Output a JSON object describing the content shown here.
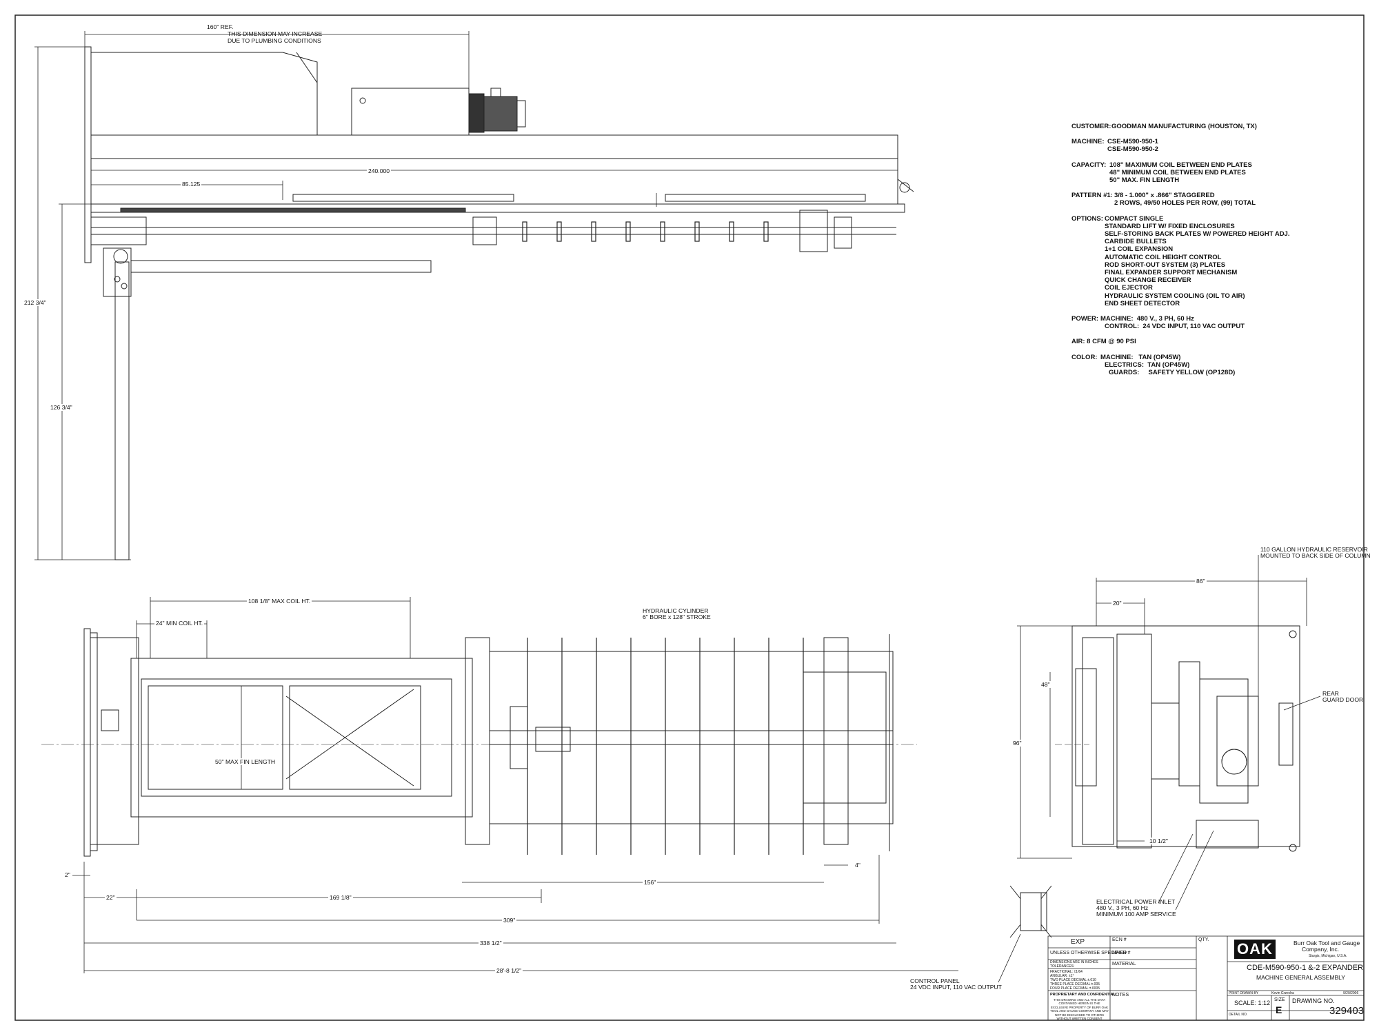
{
  "dims": {
    "top_overall": "160\" REF.",
    "top_note_line1": "THIS DIMENSION MAY INCREASE",
    "top_note_line2": "DUE TO PLUMBING CONDITIONS",
    "d240": "240.000",
    "d85": "85.125",
    "height_total": "212 3/4\"",
    "height_col": "126 3/4\"",
    "max_coil": "108 1/8\" MAX COIL HT.",
    "min_coil": "24\" MIN COIL HT.",
    "fin_length": "50\" MAX FIN LENGTH",
    "d2": "2\"",
    "d22": "22\"",
    "d169": "169 1/8\"",
    "d156": "156\"",
    "d4": "4\"",
    "d309": "309\"",
    "d338": "338 1/2\"",
    "d28": "28'-8 1/2\"",
    "d86": "86\"",
    "d20": "20\"",
    "d48": "48\"",
    "d96": "96\"",
    "d10": "10 1/2\""
  },
  "notes": {
    "cyl1": "HYDRAULIC CYLINDER",
    "cyl2": "6\" BORE x 128\" STROKE",
    "res1": "110 GALLON HYDRAULIC RESERVOIR",
    "res2": "MOUNTED TO BACK SIDE OF COLUMN",
    "rear1": "REAR",
    "rear2": "GUARD DOOR",
    "elec1": "ELECTRICAL POWER INLET",
    "elec2": "480 V., 3 PH, 60 Hz",
    "elec3": "MINIMUM 100 AMP SERVICE",
    "cp1": "CONTROL PANEL",
    "cp2": "24 VDC INPUT, 110 VAC OUTPUT"
  },
  "spec": {
    "customer_k": "CUSTOMER:",
    "customer_v": "GOODMAN MANUFACTURING (HOUSTON, TX)",
    "machine_k": "MACHINE:",
    "machine_v1": "CSE-M590-950-1",
    "machine_v2": "CSE-M590-950-2",
    "capacity_k": "CAPACITY:",
    "capacity_v1": "108\" MAXIMUM COIL BETWEEN END PLATES",
    "capacity_v2": "48\" MINIMUM COIL BETWEEN END PLATES",
    "capacity_v3": "50\" MAX. FIN LENGTH",
    "pattern_k": "PATTERN #1:",
    "pattern_v1": "3/8 - 1.000\" x .866\" STAGGERED",
    "pattern_v2": "2 ROWS, 49/50 HOLES PER ROW, (99) TOTAL",
    "options_k": "OPTIONS:",
    "options": [
      "COMPACT SINGLE",
      "STANDARD LIFT W/ FIXED ENCLOSURES",
      "SELF-STORING BACK PLATES W/ POWERED HEIGHT ADJ.",
      "CARBIDE BULLETS",
      "1+1 COIL EXPANSION",
      "AUTOMATIC COIL HEIGHT CONTROL",
      "ROD SHORT-OUT SYSTEM (3) PLATES",
      "FINAL EXPANDER SUPPORT MECHANISM",
      "QUICK CHANGE RECEIVER",
      "COIL EJECTOR",
      "HYDRAULIC SYSTEM COOLING (OIL TO AIR)",
      "END SHEET DETECTOR"
    ],
    "power_k": "POWER:",
    "power_v1": "MACHINE:  480 V., 3 PH, 60 Hz",
    "power_v2": "CONTROL:  24 VDC INPUT, 110 VAC OUTPUT",
    "air": "AIR:  8 CFM @ 90 PSI",
    "color_k": "COLOR:",
    "color_v1": "MACHINE:   TAN (OP45W)",
    "color_v2": "ELECTRICS:  TAN (OP45W)",
    "color_v3": "GUARDS:     SAFETY YELLOW (OP128D)"
  },
  "titleblock": {
    "exp": "EXP",
    "ecn": "ECN #",
    "qty": "QTY.",
    "unless": "UNLESS OTHERWISE SPECIFIED",
    "mach": "MACH #",
    "material": "MATERIAL",
    "dims_note": "DIMENSIONS ARE IN INCHES",
    "tol": "TOLERANCES:",
    "frac": "FRACTIONAL: ±1/64",
    "ang": "ANGULAR: ±1°",
    "two": "TWO PLACE DECIMAL   ±.010",
    "three": "THREE PLACE DECIMAL  ±.005",
    "four": "FOUR PLACE DECIMAL   ±.0005",
    "prop": "PROPRIETARY AND CONFIDENTIAL",
    "prop_note": "THIS DRAWING AND ALL THE DATA CONTAINED HEREIN IS THE EXCLUSIVE PROPERTY OF BURR OAK TOOL AND GAUGE COMPANY AND MAY NOT BE DISCLOSED TO OTHERS WITHOUT WRITTEN CONSENT",
    "notes": "NOTES",
    "logo": "OAK",
    "company1": "Burr Oak Tool and Gauge",
    "company2": "Company, Inc.",
    "company3": "Sturgis, Michigan, U.S.A.",
    "title1": "CDE-M590-950-1 &-2 EXPANDER",
    "title2": "MACHINE GENERAL ASSEMBLY",
    "print_drawn": "PRINT DRAWN BY",
    "drawn_by": "Kevin Grzecha",
    "date": "9/20/2006",
    "scale": "SCALE: 1:12",
    "size_k": "SIZE",
    "size": "E",
    "dno_k": "DRAWING NO.",
    "dno": "329403",
    "detail": "DETAIL NO."
  }
}
